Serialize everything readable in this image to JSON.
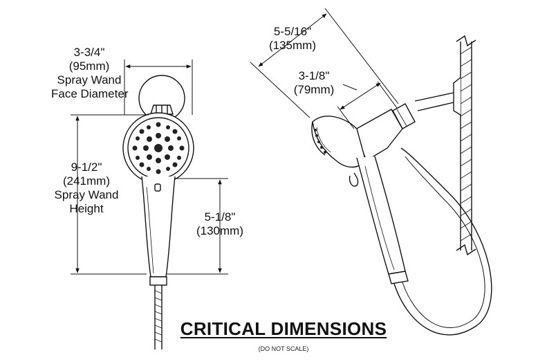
{
  "dimensions": {
    "face_diameter": {
      "imperial": "3-3/4\"",
      "metric": "(95mm)",
      "label1": "Spray Wand",
      "label2": "Face Diameter"
    },
    "wand_height": {
      "imperial": "9-1/2\"",
      "metric": "(241mm)",
      "label1": "Spray Wand",
      "label2": "Height"
    },
    "handle_length": {
      "imperial": "5-1/8\"",
      "metric": "(130mm)"
    },
    "overall_reach": {
      "imperial": "5-5/16\"",
      "metric": "(135mm)"
    },
    "mount_reach": {
      "imperial": "3-1/8\"",
      "metric": "(79mm)"
    }
  },
  "title": "CRITICAL DIMENSIONS",
  "subtitle": "(DO NOT SCALE)"
}
